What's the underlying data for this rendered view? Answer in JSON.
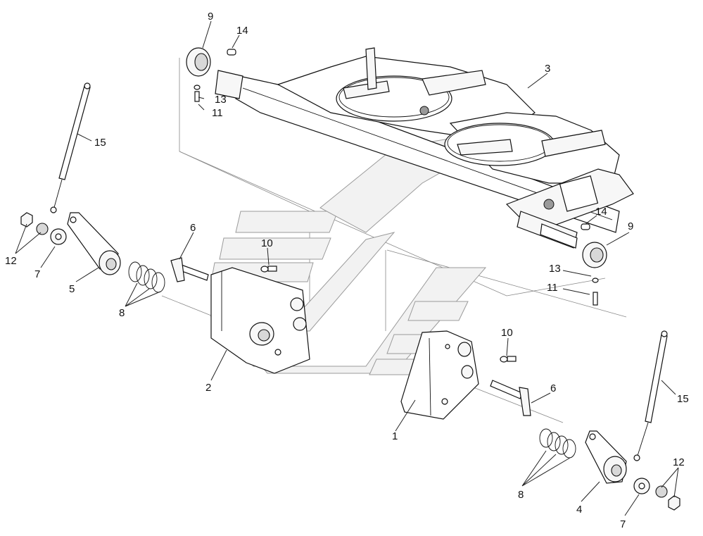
{
  "diagram": {
    "callouts": [
      {
        "id": "c9a",
        "text": "9"
      },
      {
        "id": "c14a",
        "text": "14"
      },
      {
        "id": "c3",
        "text": "3"
      },
      {
        "id": "c13a",
        "text": "13"
      },
      {
        "id": "c11a",
        "text": "11"
      },
      {
        "id": "c15a",
        "text": "15"
      },
      {
        "id": "c6a",
        "text": "6"
      },
      {
        "id": "c10a",
        "text": "10"
      },
      {
        "id": "c12a",
        "text": "12"
      },
      {
        "id": "c7a",
        "text": "7"
      },
      {
        "id": "c5",
        "text": "5"
      },
      {
        "id": "c8a",
        "text": "8"
      },
      {
        "id": "c2",
        "text": "2"
      },
      {
        "id": "c14b",
        "text": "14"
      },
      {
        "id": "c9b",
        "text": "9"
      },
      {
        "id": "c13b",
        "text": "13"
      },
      {
        "id": "c11b",
        "text": "11"
      },
      {
        "id": "c10b",
        "text": "10"
      },
      {
        "id": "c6b",
        "text": "6"
      },
      {
        "id": "c15b",
        "text": "15"
      },
      {
        "id": "c1",
        "text": "1"
      },
      {
        "id": "c12b",
        "text": "12"
      },
      {
        "id": "c8b",
        "text": "8"
      },
      {
        "id": "c4",
        "text": "4"
      },
      {
        "id": "c7b",
        "text": "7"
      }
    ]
  }
}
